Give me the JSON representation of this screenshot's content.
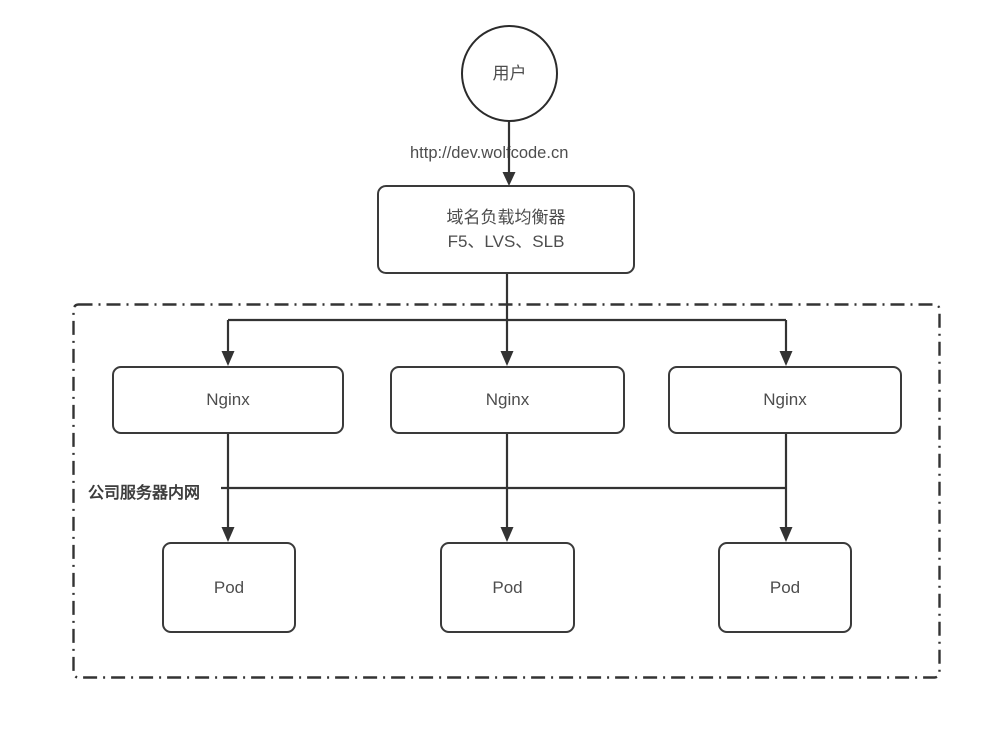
{
  "diagram": {
    "title": "Nginx load balancing architecture",
    "background_color": "#ffffff",
    "stroke_color": "#333333",
    "text_color": "#4d4d4d"
  },
  "nodes": {
    "user": {
      "label": "用户",
      "shape": "circle"
    },
    "load_balancer": {
      "label": "域名负载均衡器\nF5、LVS、SLB",
      "line1": "域名负载均衡器",
      "line2": "F5、LVS、SLB",
      "shape": "rounded-rect"
    },
    "nginx": [
      {
        "label": "Nginx"
      },
      {
        "label": "Nginx"
      },
      {
        "label": "Nginx"
      }
    ],
    "pods": [
      {
        "label": "Pod"
      },
      {
        "label": "Pod"
      },
      {
        "label": "Pod"
      }
    ]
  },
  "labels": {
    "url": "http://dev.wolfcode.cn",
    "intranet": "公司服务器内网"
  },
  "region": {
    "name": "company-intranet-boundary",
    "border_style": "dash-dot"
  }
}
